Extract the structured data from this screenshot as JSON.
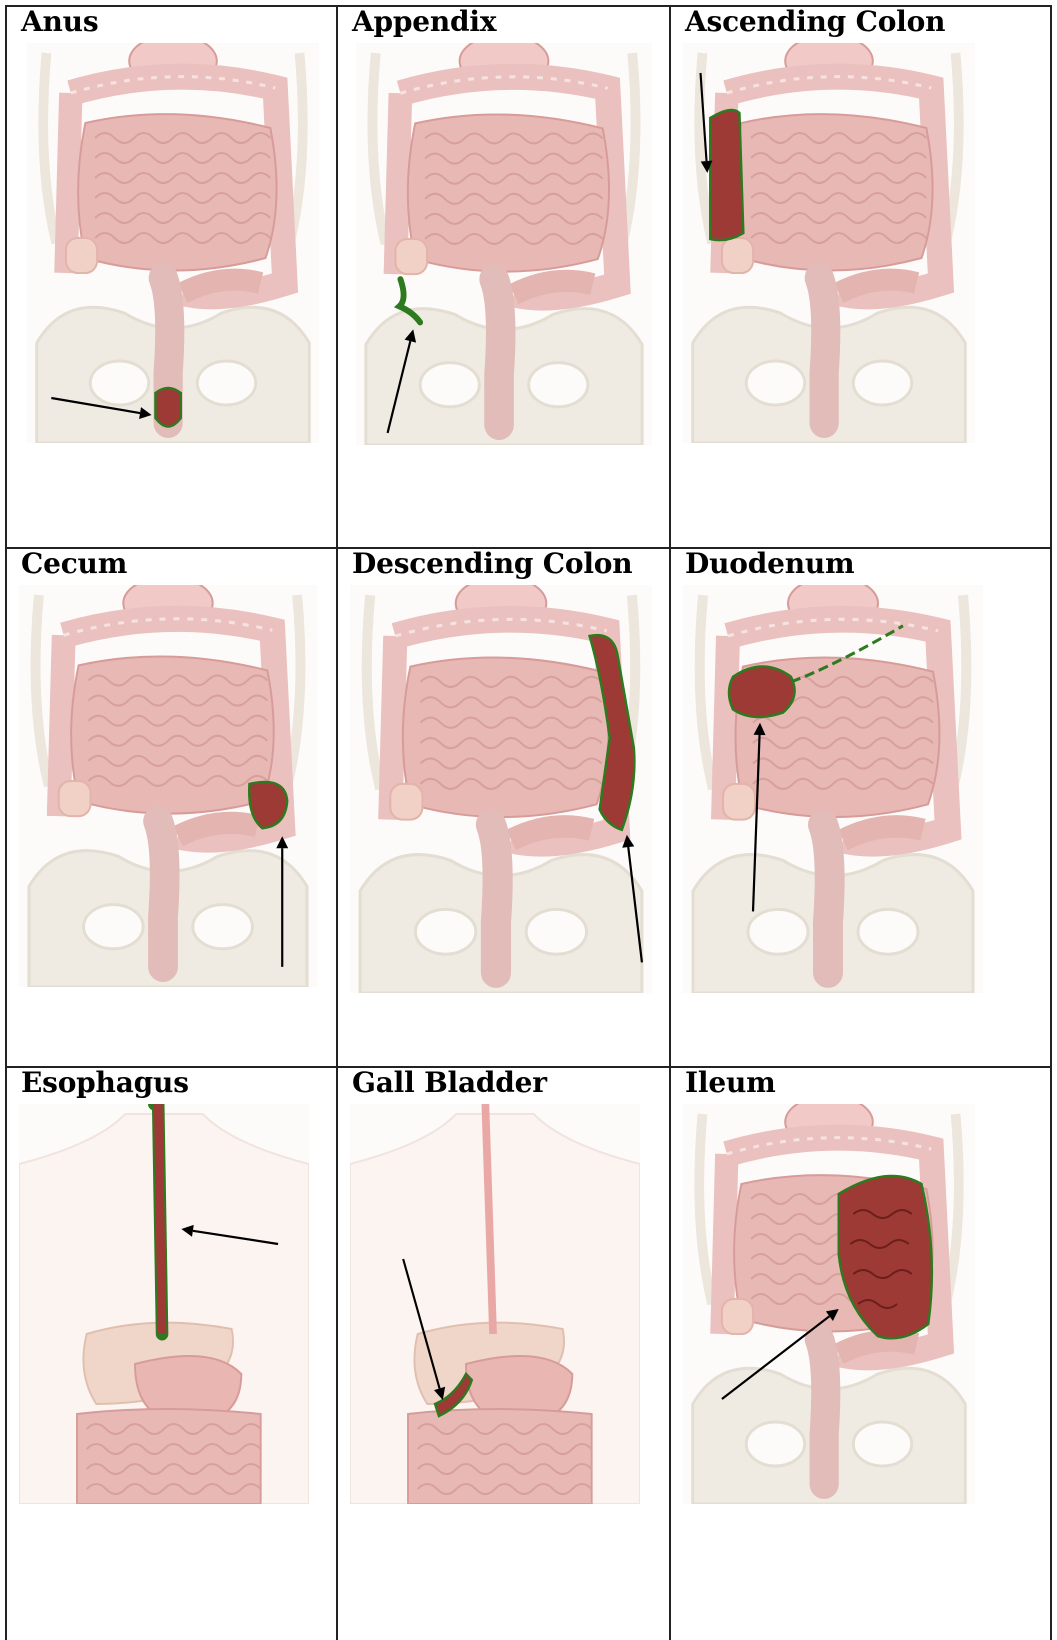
{
  "cells": [
    {
      "label": "Anus",
      "organ": "anus"
    },
    {
      "label": "Appendix",
      "organ": "appendix"
    },
    {
      "label": "Ascending Colon",
      "organ": "ascending-colon"
    },
    {
      "label": "Cecum",
      "organ": "cecum"
    },
    {
      "label": "Descending Colon",
      "organ": "descending-colon"
    },
    {
      "label": "Duodenum",
      "organ": "duodenum"
    },
    {
      "label": "Esophagus",
      "organ": "esophagus"
    },
    {
      "label": "Gall Bladder",
      "organ": "gall-bladder"
    },
    {
      "label": "Ileum",
      "organ": "ileum"
    }
  ],
  "colors": {
    "faded_organ": "#e8b8b5",
    "faded_organ_stroke": "#d79c99",
    "highlight_fill": "#9e3a35",
    "highlight_outline": "#2d7a1f",
    "arrow": "#000000",
    "skeleton": "#efebe3"
  }
}
